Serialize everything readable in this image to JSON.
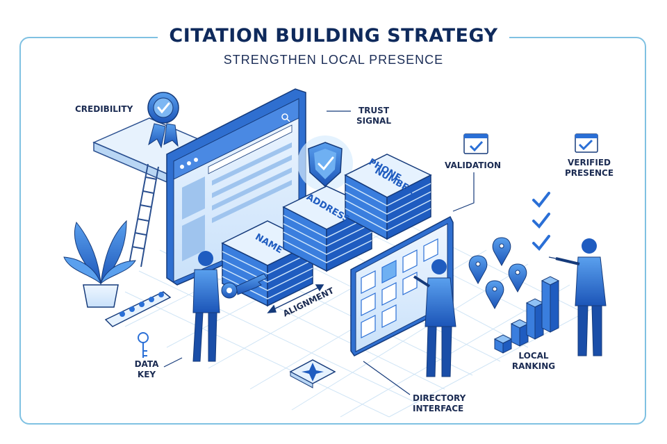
{
  "header": {
    "title": "CITATION BUILDING STRATEGY",
    "subtitle": "STRENGTHEN LOCAL PRESENCE"
  },
  "labels": {
    "credibility": "CREDIBILITY",
    "trust_signal_1": "TRUST",
    "trust_signal_2": "SIGNAL",
    "validation": "VALIDATION",
    "verified_presence_1": "VERIFIED",
    "verified_presence_2": "PRESENCE",
    "alignment": "ALIGNMENT",
    "data_key_1": "DATA",
    "data_key_2": "KEY",
    "local_ranking_1": "LOCAL",
    "local_ranking_2": "RANKING",
    "directory_interface_1": "DIRECTORY",
    "directory_interface_2": "INTERFACE"
  },
  "stacks": {
    "name": "NAME",
    "address": "ADDRESS",
    "phone_1": "PHONE",
    "phone_2": "NUMBER"
  },
  "colors": {
    "navy": "#0f2a5c",
    "primary_blue": "#2a6fd6",
    "light_blue": "#cfe6fb",
    "accent_cyan": "#7fc1e2"
  },
  "icons": [
    "award-ribbon-icon",
    "shield-check-icon",
    "validation-browser-icon",
    "verified-browser-icon",
    "checkmark-icon",
    "map-pin-icon",
    "key-icon",
    "star-icon",
    "compass-icon",
    "plant-icon",
    "ladder-icon"
  ]
}
